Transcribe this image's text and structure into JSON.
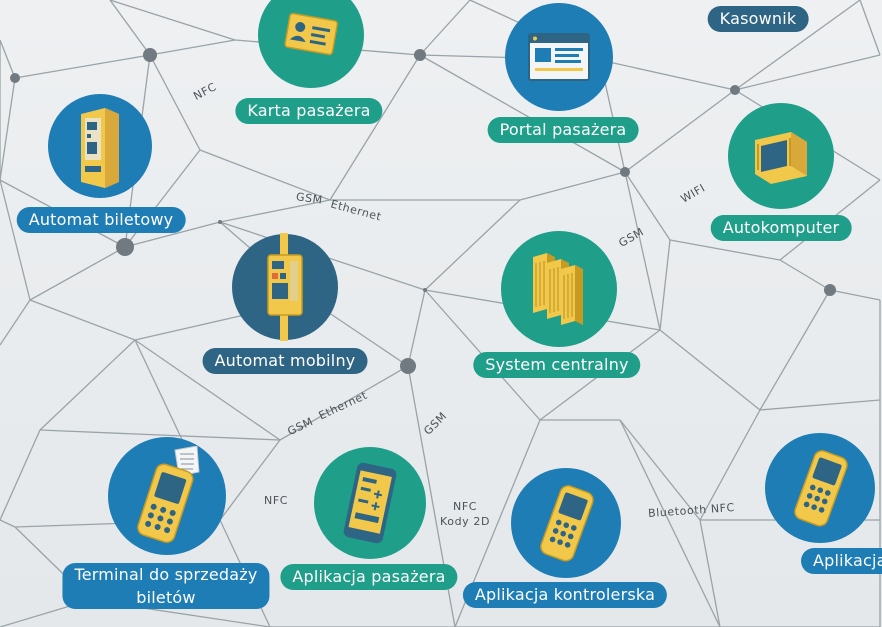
{
  "colors": {
    "teal": "#1f9e8a",
    "blue": "#1e7db5",
    "navy": "#2f6584",
    "icon_yellow": "#f2c84b",
    "line": "#9aa3a8",
    "hub": "#707a80"
  },
  "nodes": {
    "karta_pasazera": {
      "label": "Karta pasażera",
      "icon": "id-card-icon"
    },
    "portal_pasazera": {
      "label": "Portal pasażera",
      "icon": "browser-window-icon"
    },
    "kasownik": {
      "label": "Kasownik",
      "icon": ""
    },
    "automat_biletowy": {
      "label": "Automat biletowy",
      "icon": "ticket-machine-icon"
    },
    "autokomputer": {
      "label": "Autokomputer",
      "icon": "onboard-computer-icon"
    },
    "automat_mobilny": {
      "label": "Automat mobilny",
      "icon": "mobile-ticket-machine-icon"
    },
    "system_centralny": {
      "label": "System centralny",
      "icon": "server-icon"
    },
    "terminal": {
      "label_line1": "Terminal do sprzedaży",
      "label_line2": "biletów",
      "icon": "handheld-terminal-icon"
    },
    "aplikacja_pasazera": {
      "label": "Aplikacja pasażera",
      "icon": "smartphone-app-icon"
    },
    "aplikacja_kontrolerska": {
      "label": "Aplikacja kontrolerska",
      "icon": "handheld-scanner-icon"
    },
    "aplikacja_kontrolerska_2": {
      "label": "Aplikacja kontroler",
      "icon": "handheld-scanner-icon"
    }
  },
  "connections": {
    "nfc_top": "NFC",
    "gsm_top": "GSM",
    "ethernet_top": "Ethernet",
    "wifi": "WIFI",
    "gsm_right": "GSM",
    "gsm_mid": "GSM",
    "ethernet_mid": "Ethernet",
    "gsm_app": "GSM",
    "nfc_terminal": "NFC",
    "nfc_app": "NFC",
    "kody_2d": "Kody 2D",
    "bluetooth_nfc": "Bluetooth NFC"
  }
}
